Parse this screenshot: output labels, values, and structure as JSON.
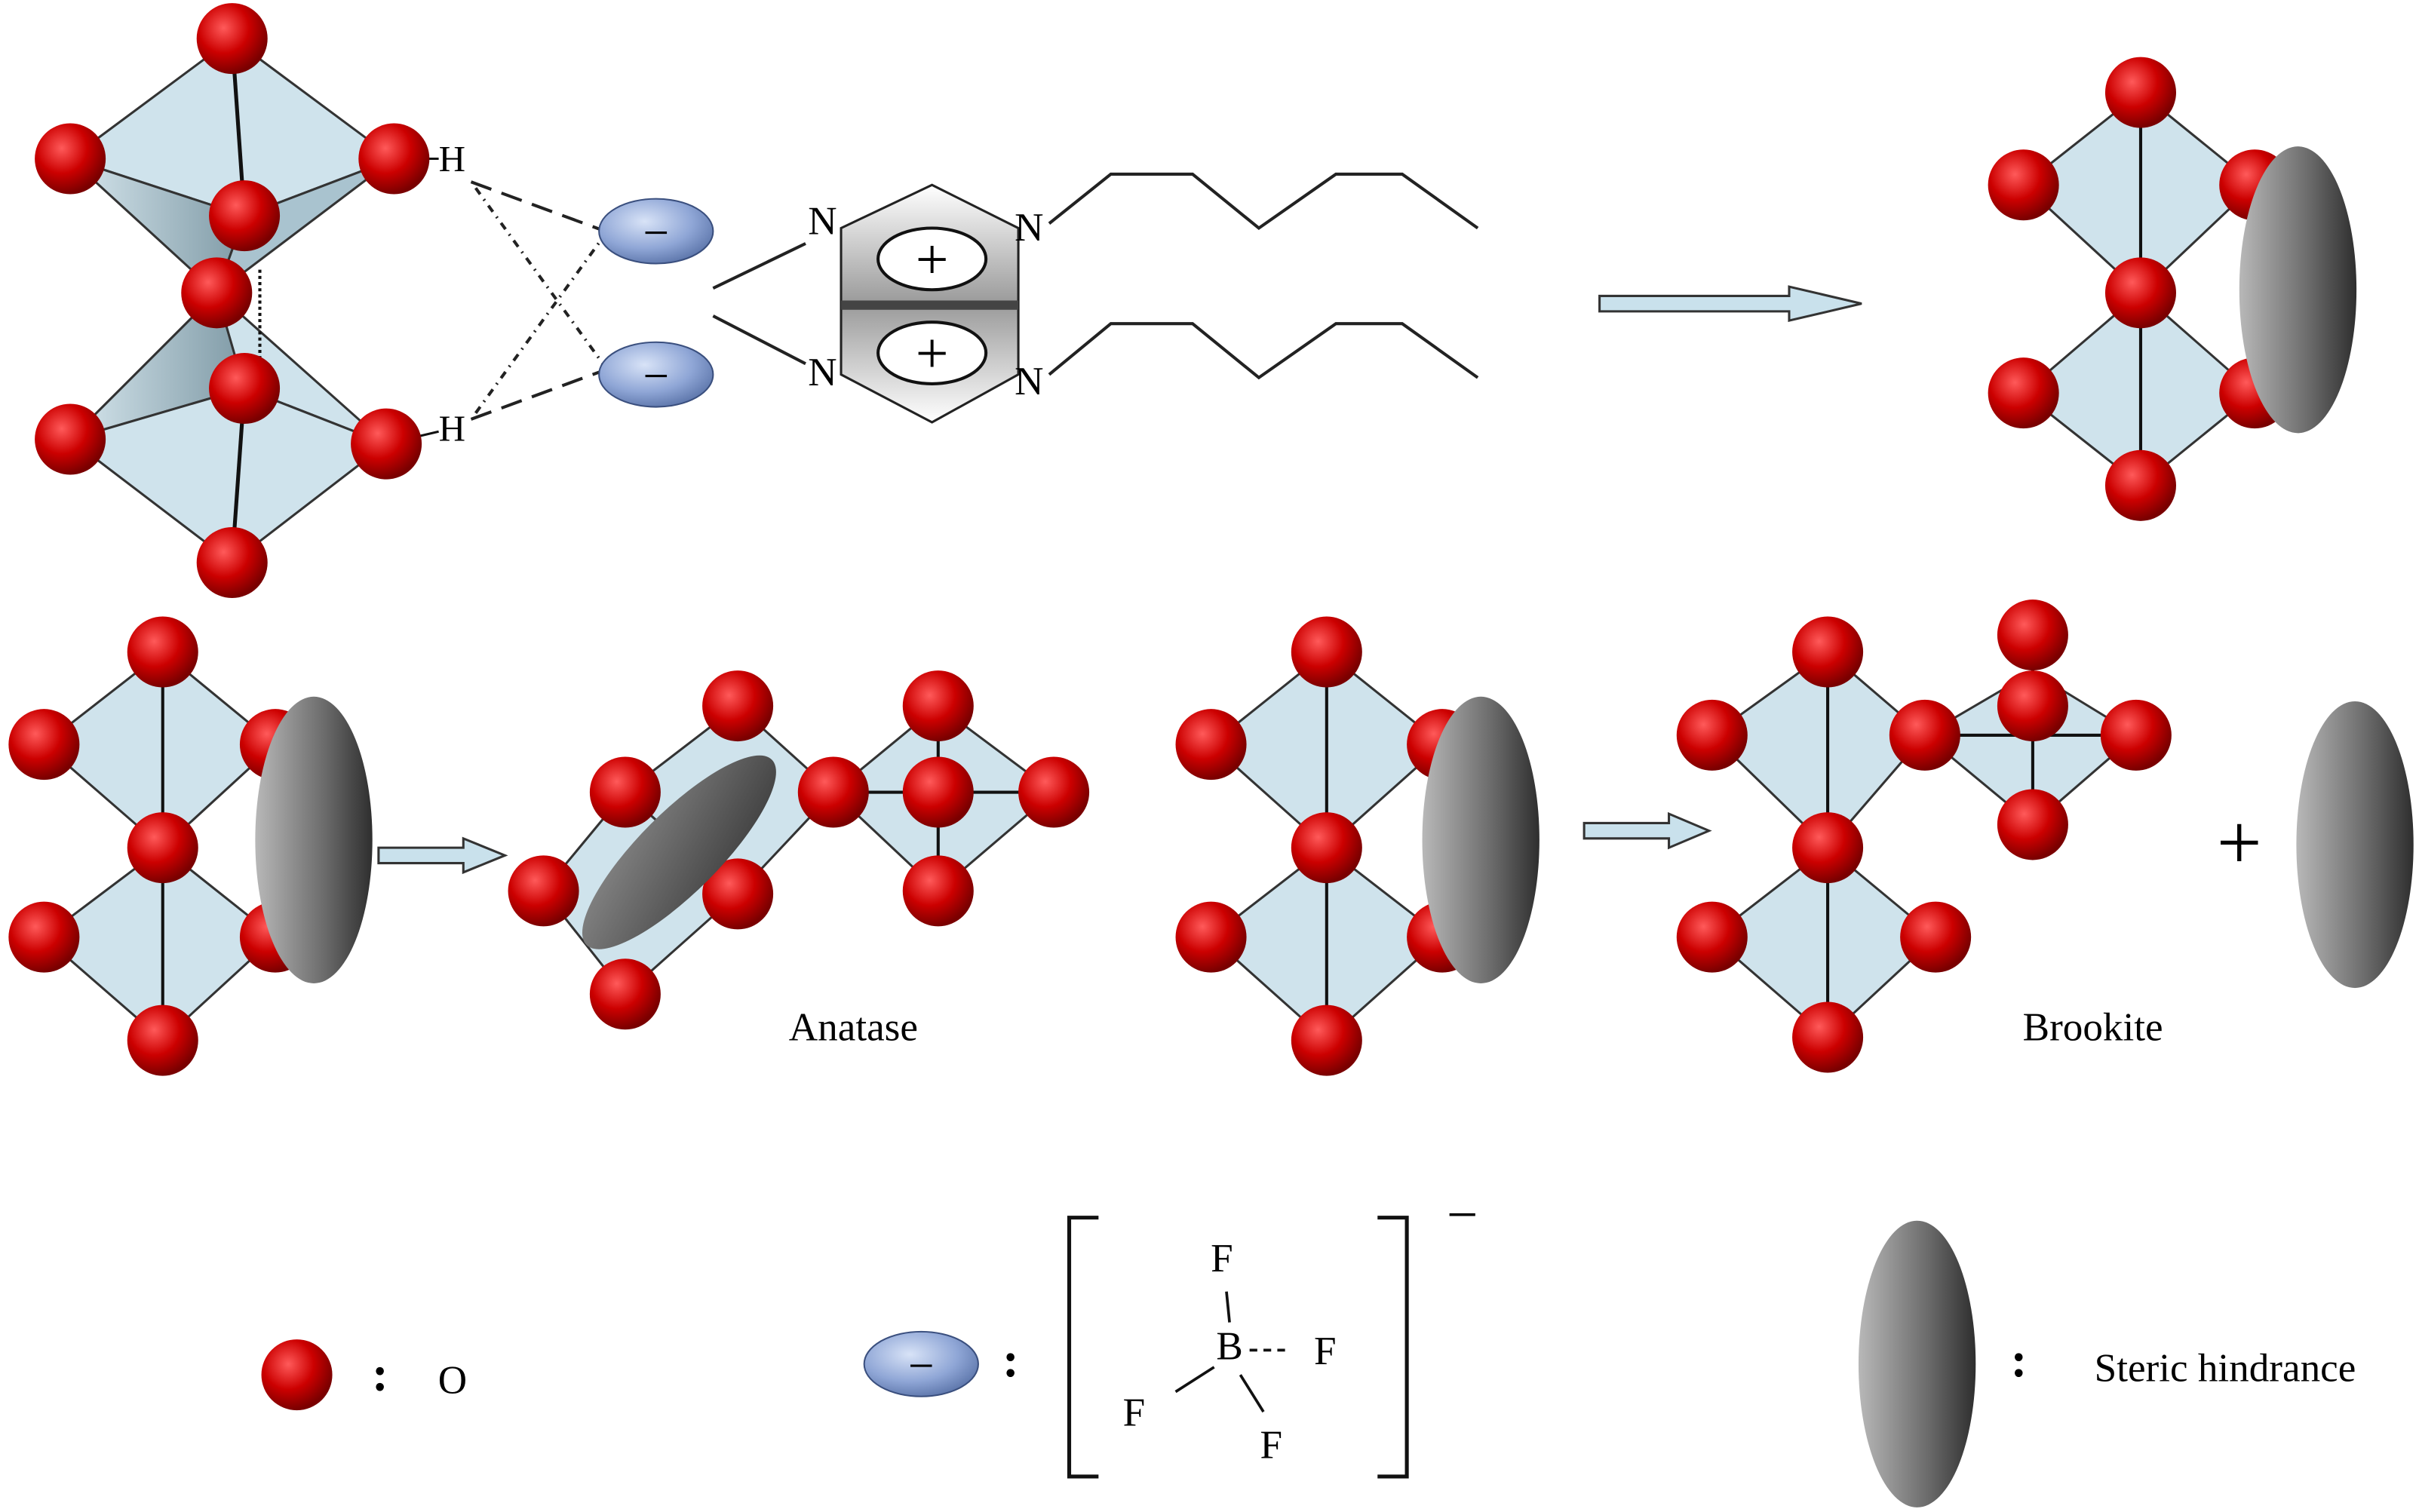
{
  "atoms": {
    "hydrogen": "H",
    "nitrogen": "N",
    "boron": "B",
    "fluorine": "F",
    "oxygen": "O"
  },
  "charges": {
    "plus": "+",
    "minus": "−",
    "anion_charge": "−"
  },
  "labels": {
    "anatase": "Anatase",
    "brookite": "Brookite",
    "plus_sign": "+"
  },
  "legend": {
    "o_separator": ":",
    "anion_separator": ":",
    "steric_separator": ":",
    "steric_text": "Steric hindrance"
  },
  "colors": {
    "oxygen_atom": "#cc0000",
    "octahedron_fill": "#cfe3ec",
    "anion": "#8fa6d6",
    "steric": "#5a5a5a",
    "arrow": "#c9e1ec"
  }
}
